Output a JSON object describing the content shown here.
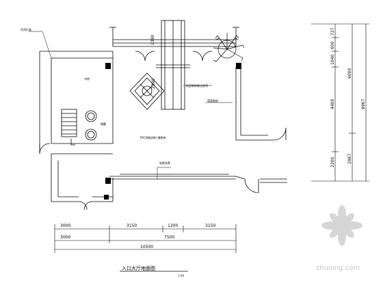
{
  "labels": {
    "ceiling_light": "吊顶灯具",
    "room_a": "书房",
    "room_b": "储藏",
    "flooring": "PVC地板材料 铺装饰",
    "column_note": "柱面装饰做法说明",
    "wall_note": "墙面装饰",
    "beam_note": "轻钢龙骨",
    "title": "入口大厅地面图",
    "scale": "1:50"
  },
  "dims_bottom": {
    "row1": [
      "3000",
      "3150",
      "1200",
      "3150"
    ],
    "row2": [
      "3000",
      "7500"
    ],
    "total": "10500"
  },
  "dims_right": {
    "col1": [
      "727",
      "600",
      "1040",
      "4400",
      "2200"
    ],
    "col2": [
      "6000",
      "2967"
    ],
    "total": "8967"
  },
  "dims_top": {
    "a": "2390",
    "b": "2390"
  },
  "watermark": "zhulong.com"
}
